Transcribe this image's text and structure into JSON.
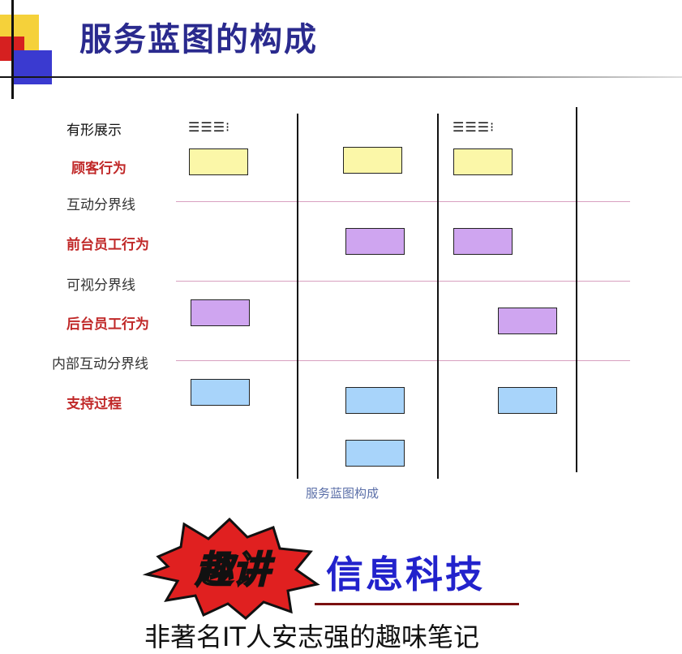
{
  "header": {
    "title": "服务蓝图的构成"
  },
  "diagram": {
    "row_labels": {
      "tangible": "有形展示",
      "customer": "顾客行为",
      "interaction_line": "互动分界线",
      "onstage": "前台员工行为",
      "visibility_line": "可视分界线",
      "backstage": "后台员工行为",
      "internal_line": "内部互动分界线",
      "support": "支持过程"
    },
    "tangible_marks": [
      "☰☰☰⁝",
      "☰☰☰⁝"
    ],
    "caption": "服务蓝图构成",
    "colors": {
      "customer": "#fbf7a8",
      "staff": "#cfa5f0",
      "support": "#a8d4fa",
      "divider": "#d8a0c0"
    }
  },
  "footer": {
    "badge_text": "趣讲",
    "brand": "信息科技",
    "tagline": "非著名IT人安志强的趣味笔记"
  }
}
